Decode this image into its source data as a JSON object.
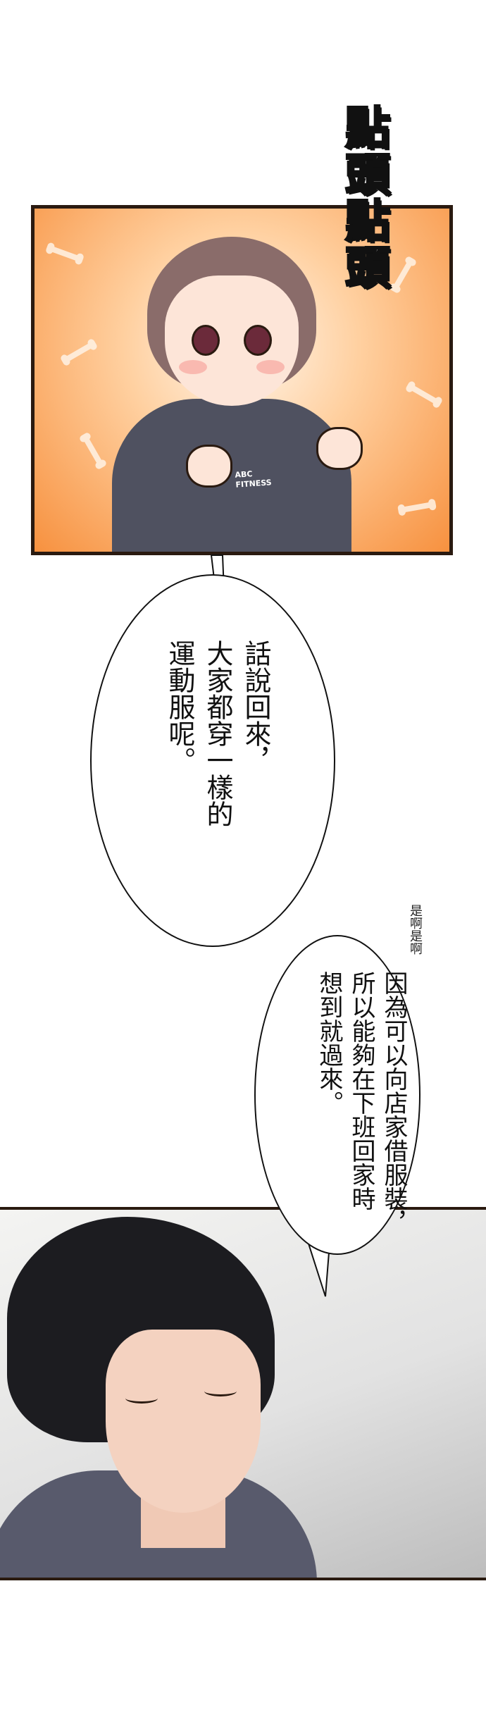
{
  "panel1": {
    "sound_effect": "點頭點頭",
    "shirt_logo_line1": "ABC",
    "shirt_logo_line2": "FITNESS"
  },
  "bubble1": {
    "lines": [
      "話說回來，",
      "大家都穿一樣的",
      "運動服呢。"
    ]
  },
  "side_murmur": "是啊是啊",
  "bubble2": {
    "lines": [
      "因為可以向店家借服裝，",
      "所以能夠在下班回家時",
      "想到就過來。"
    ]
  },
  "colors": {
    "panel_border": "#2a1a10",
    "background_orange": "#f7913f",
    "hoodie": "#4f5160"
  }
}
